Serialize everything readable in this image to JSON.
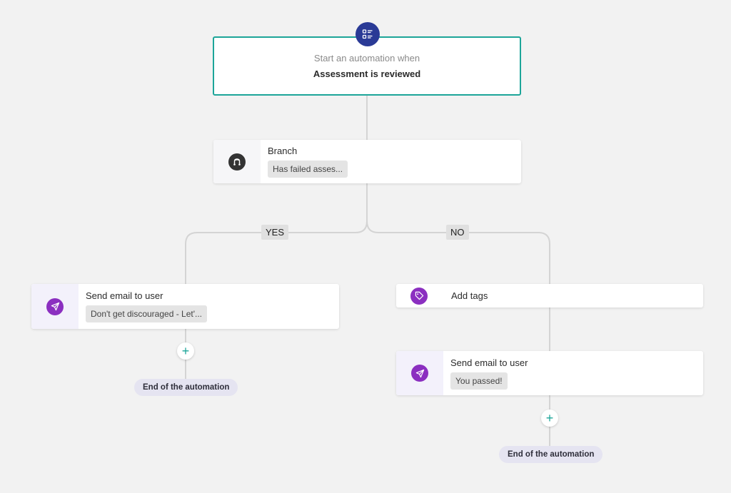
{
  "trigger": {
    "subtitle": "Start an automation when",
    "event": "Assessment is reviewed",
    "icon": "checklist-icon"
  },
  "branch": {
    "title": "Branch",
    "condition": "Has failed asses...",
    "icon": "branch-icon",
    "yes_label": "YES",
    "no_label": "NO"
  },
  "yes_path": {
    "email": {
      "title": "Send email to user",
      "subject": "Don't get discouraged - Let'...",
      "icon": "send-icon"
    },
    "add_step": "+",
    "end_label": "End of the automation"
  },
  "no_path": {
    "tags": {
      "title": "Add tags",
      "icon": "tag-icon"
    },
    "email": {
      "title": "Send email to user",
      "subject": "You passed!",
      "icon": "send-icon"
    },
    "add_step": "+",
    "end_label": "End of the automation"
  },
  "colors": {
    "background": "#f2f2f2",
    "trigger_border": "#1da599",
    "trigger_badge": "#2a3a96",
    "action_icon": "#8b2fc0",
    "branch_icon": "#333333",
    "end_pill": "#e5e4f1",
    "connector": "#d4d4d4"
  }
}
